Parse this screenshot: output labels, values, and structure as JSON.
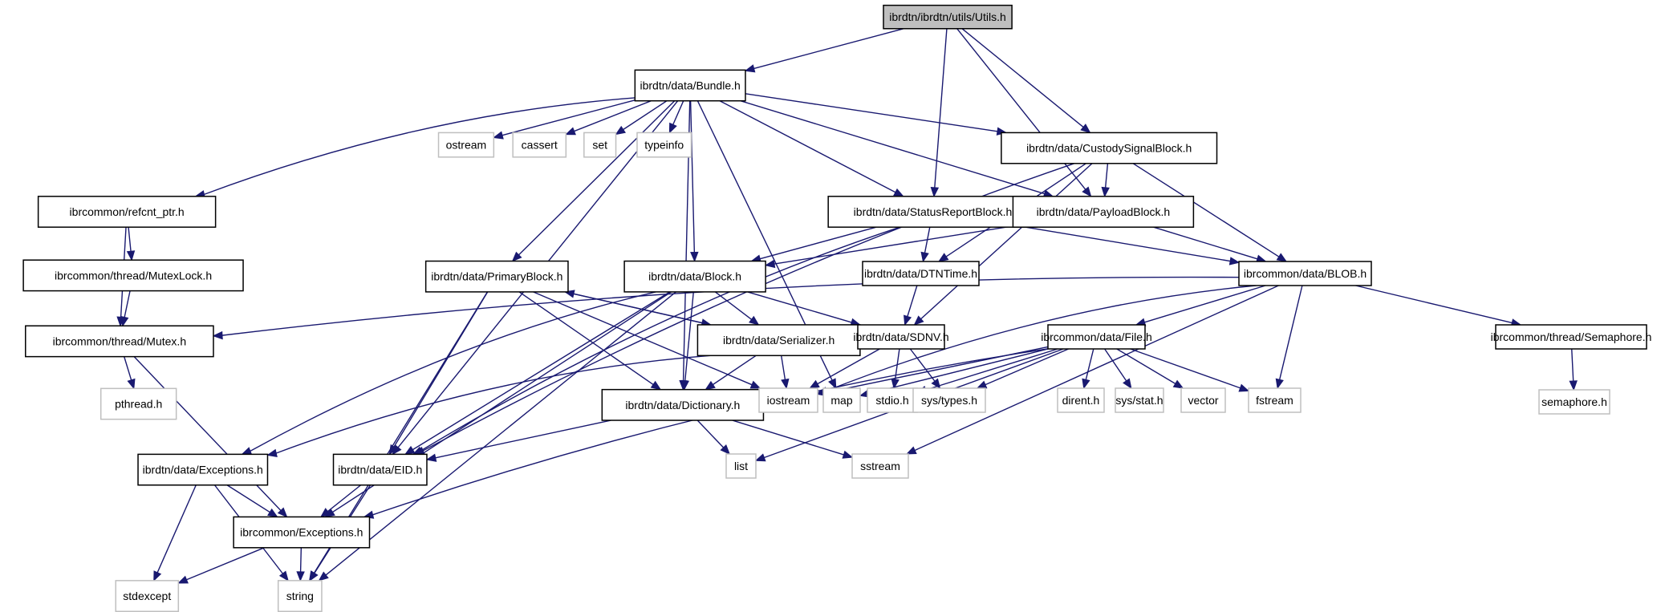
{
  "diagram": {
    "title": "Include dependency graph for ibrdtn/ibrdtn/utils/Utils.h",
    "colors": {
      "edge": "#191970",
      "root_fill": "#bfbfbf",
      "ext_border": "#bfbfbf",
      "node_border": "#000000"
    },
    "nodes": {
      "utils": "ibrdtn/ibrdtn/utils/Utils.h",
      "bundle": "ibrdtn/data/Bundle.h",
      "ostream": "ostream",
      "cassert": "cassert",
      "set": "set",
      "typeinfo": "typeinfo",
      "custody": "ibrdtn/data/CustodySignalBlock.h",
      "refcnt": "ibrcommon/refcnt_ptr.h",
      "statusreport": "ibrdtn/data/StatusReportBlock.h",
      "payload": "ibrdtn/data/PayloadBlock.h",
      "mutexlock": "ibrcommon/thread/MutexLock.h",
      "primary": "ibrdtn/data/PrimaryBlock.h",
      "block": "ibrdtn/data/Block.h",
      "dtntime": "ibrdtn/data/DTNTime.h",
      "blob": "ibrcommon/data/BLOB.h",
      "mutex": "ibrcommon/thread/Mutex.h",
      "serializer": "ibrdtn/data/Serializer.h",
      "sdnv": "ibrdtn/data/SDNV.h",
      "file": "ibrcommon/data/File.h",
      "semaphore": "ibrcommon/thread/Semaphore.h",
      "pthread": "pthread.h",
      "dictionary": "ibrdtn/data/Dictionary.h",
      "iostream": "iostream",
      "map": "map",
      "stdio": "stdio.h",
      "systypes": "sys/types.h",
      "dirent": "dirent.h",
      "sysstat": "sys/stat.h",
      "vector": "vector",
      "fstream": "fstream",
      "semaphoreh": "semaphore.h",
      "dexceptions": "ibrdtn/data/Exceptions.h",
      "eid": "ibrdtn/data/EID.h",
      "list": "list",
      "sstream": "sstream",
      "cexceptions": "ibrcommon/Exceptions.h",
      "stdexcept": "stdexcept",
      "string": "string"
    },
    "edges": [
      [
        "utils",
        "bundle"
      ],
      [
        "utils",
        "statusreport"
      ],
      [
        "utils",
        "payload"
      ],
      [
        "utils",
        "custody"
      ],
      [
        "bundle",
        "refcnt"
      ],
      [
        "bundle",
        "eid"
      ],
      [
        "bundle",
        "primary"
      ],
      [
        "bundle",
        "ostream"
      ],
      [
        "bundle",
        "cassert"
      ],
      [
        "bundle",
        "set"
      ],
      [
        "bundle",
        "typeinfo"
      ],
      [
        "bundle",
        "block"
      ],
      [
        "bundle",
        "dictionary"
      ],
      [
        "bundle",
        "map"
      ],
      [
        "bundle",
        "statusreport"
      ],
      [
        "bundle",
        "payload"
      ],
      [
        "bundle",
        "custody"
      ],
      [
        "custody",
        "eid"
      ],
      [
        "custody",
        "payload"
      ],
      [
        "custody",
        "dtntime"
      ],
      [
        "custody",
        "sdnv"
      ],
      [
        "custody",
        "blob"
      ],
      [
        "refcnt",
        "mutexlock"
      ],
      [
        "refcnt",
        "mutex"
      ],
      [
        "mutexlock",
        "mutex"
      ],
      [
        "statusreport",
        "block"
      ],
      [
        "statusreport",
        "eid"
      ],
      [
        "statusreport",
        "dtntime"
      ],
      [
        "statusreport",
        "blob"
      ],
      [
        "payload",
        "block"
      ],
      [
        "payload",
        "blob"
      ],
      [
        "primary",
        "string"
      ],
      [
        "primary",
        "eid"
      ],
      [
        "primary",
        "dictionary"
      ],
      [
        "primary",
        "serializer"
      ],
      [
        "primary",
        "iostream"
      ],
      [
        "block",
        "dexceptions"
      ],
      [
        "block",
        "cexceptions"
      ],
      [
        "block",
        "eid"
      ],
      [
        "block",
        "dictionary"
      ],
      [
        "block",
        "serializer"
      ],
      [
        "block",
        "sdnv"
      ],
      [
        "block",
        "string"
      ],
      [
        "serializer",
        "primary"
      ],
      [
        "serializer",
        "dexceptions"
      ],
      [
        "serializer",
        "dictionary"
      ],
      [
        "serializer",
        "iostream"
      ],
      [
        "dtntime",
        "sdnv"
      ],
      [
        "blob",
        "mutex"
      ],
      [
        "blob",
        "iostream"
      ],
      [
        "blob",
        "file"
      ],
      [
        "blob",
        "fstream"
      ],
      [
        "blob",
        "sstream"
      ],
      [
        "blob",
        "semaphore"
      ],
      [
        "mutex",
        "pthread"
      ],
      [
        "mutex",
        "cexceptions"
      ],
      [
        "sdnv",
        "iostream"
      ],
      [
        "sdnv",
        "stdio"
      ],
      [
        "sdnv",
        "systypes"
      ],
      [
        "file",
        "iostream"
      ],
      [
        "file",
        "map"
      ],
      [
        "file",
        "stdio"
      ],
      [
        "file",
        "systypes"
      ],
      [
        "file",
        "dirent"
      ],
      [
        "file",
        "sysstat"
      ],
      [
        "file",
        "vector"
      ],
      [
        "file",
        "fstream"
      ],
      [
        "file",
        "list"
      ],
      [
        "file",
        "cexceptions"
      ],
      [
        "semaphore",
        "semaphoreh"
      ],
      [
        "dictionary",
        "eid"
      ],
      [
        "dictionary",
        "list"
      ],
      [
        "dictionary",
        "sstream"
      ],
      [
        "dexceptions",
        "cexceptions"
      ],
      [
        "dexceptions",
        "stdexcept"
      ],
      [
        "dexceptions",
        "string"
      ],
      [
        "eid",
        "cexceptions"
      ],
      [
        "eid",
        "string"
      ],
      [
        "cexceptions",
        "stdexcept"
      ],
      [
        "cexceptions",
        "string"
      ]
    ]
  }
}
